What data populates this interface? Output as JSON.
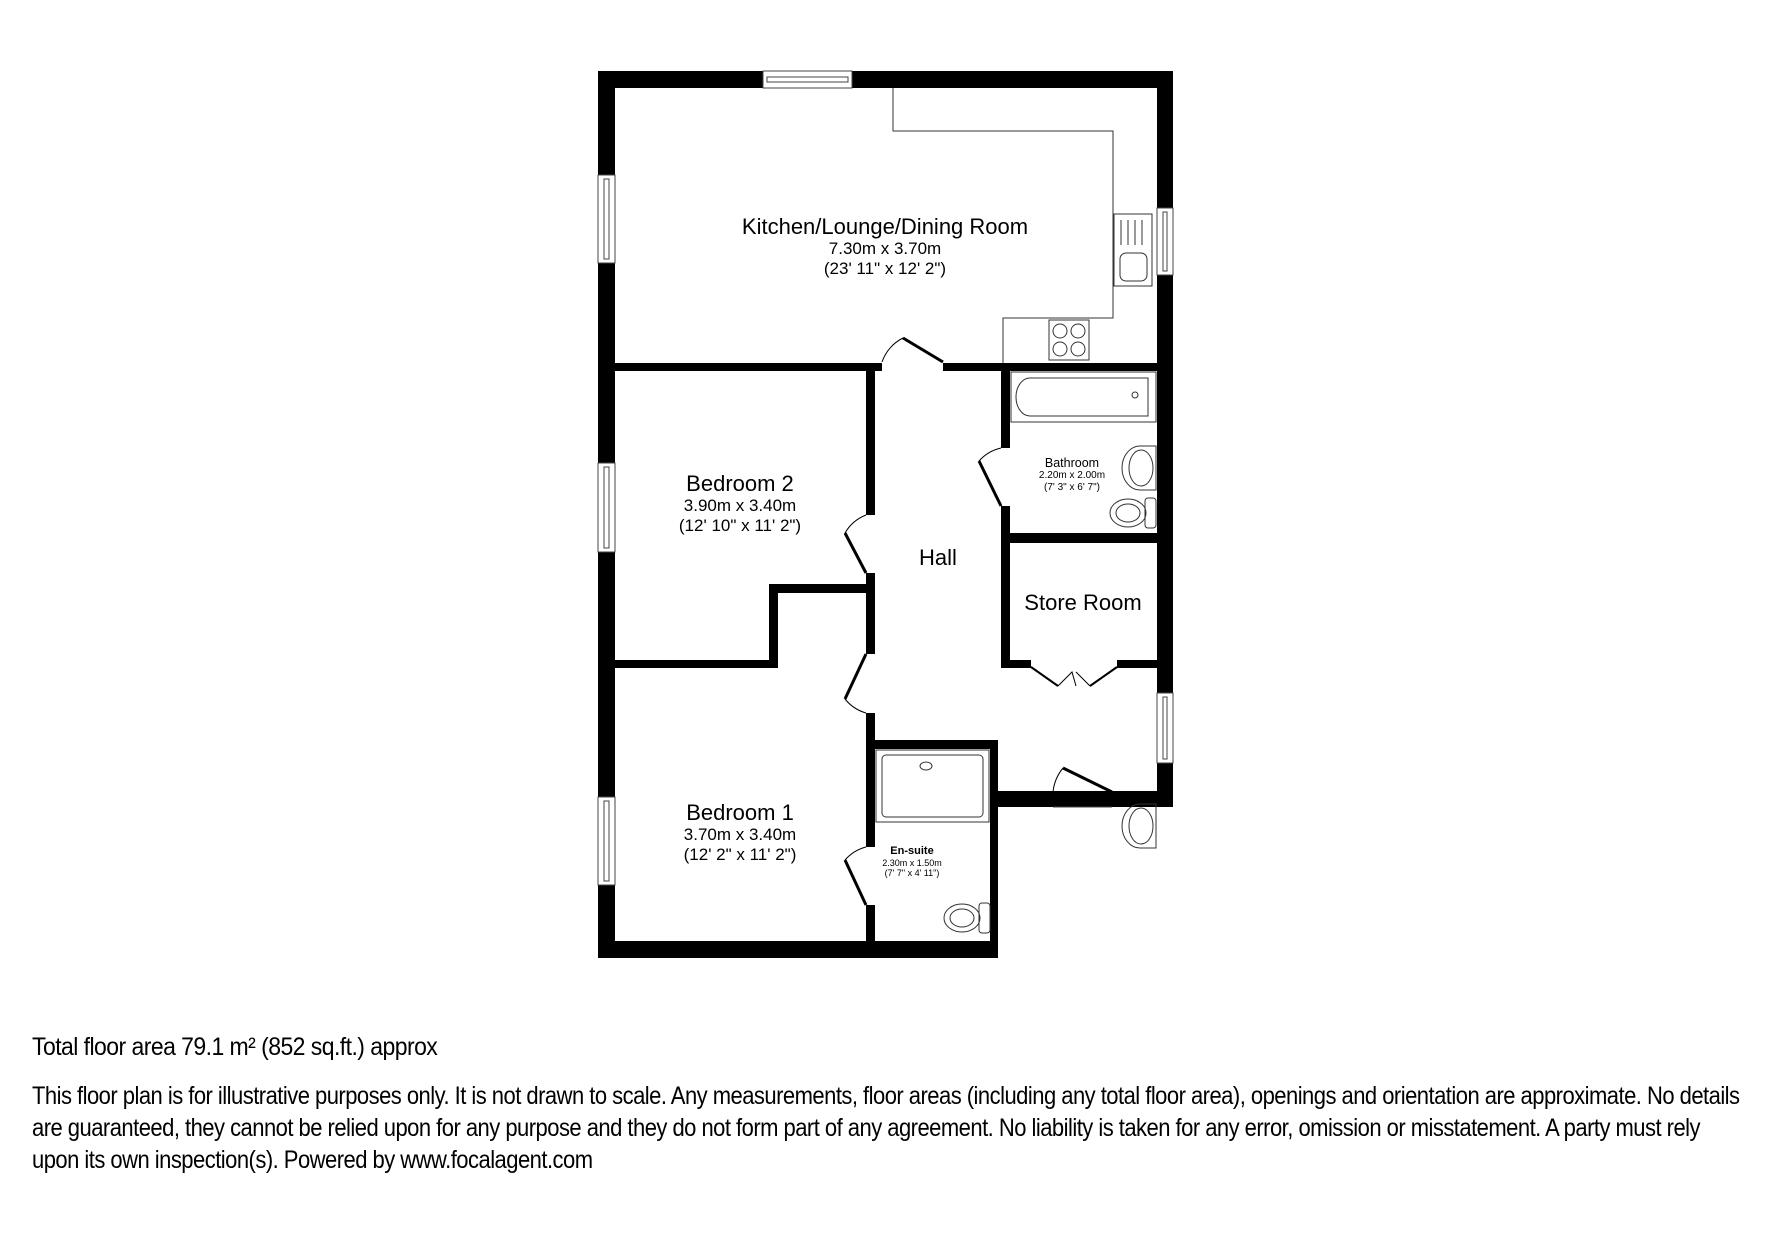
{
  "rooms": [
    {
      "id": "kitchen",
      "name": "Kitchen/Lounge/Dining Room",
      "metric": "7.30m x 3.70m",
      "imperial": "(23' 11\" x 12' 2\")"
    },
    {
      "id": "bedroom2",
      "name": "Bedroom 2",
      "metric": "3.90m x 3.40m",
      "imperial": "(12' 10\" x 11' 2\")"
    },
    {
      "id": "bathroom",
      "name": "Bathroom",
      "metric": "2.20m x 2.00m",
      "imperial": "(7' 3\" x 6' 7\")"
    },
    {
      "id": "hall",
      "name": "Hall"
    },
    {
      "id": "store",
      "name": "Store Room"
    },
    {
      "id": "bedroom1",
      "name": "Bedroom 1",
      "metric": "3.70m x 3.40m",
      "imperial": "(12' 2\" x 11' 2\")"
    },
    {
      "id": "ensuite",
      "name": "En-suite",
      "metric": "2.30m x 1.50m",
      "imperial": "(7' 7\" x 4' 11\")"
    }
  ],
  "fixtures": [
    "sink-icon",
    "hob-icon",
    "bath-icon",
    "basin-icon",
    "toilet-icon",
    "shower-tray-icon",
    "window-icon",
    "door-icon"
  ],
  "footer": {
    "total_area": "Total floor area 79.1 m² (852 sq.ft.) approx",
    "disclaimer": "This floor plan is for illustrative purposes only. It is not drawn to scale. Any measurements, floor areas (including any total floor area), openings and orientation are approximate. No details are guaranteed, they cannot be relied upon for any purpose and they do not form part of any agreement. No liability is taken for any error, omission or misstatement. A party must rely upon its own inspection(s). Powered by www.focalagent.com"
  },
  "colors": {
    "wall": "#000000",
    "background": "#ffffff",
    "fixture_stroke": "#333333"
  }
}
